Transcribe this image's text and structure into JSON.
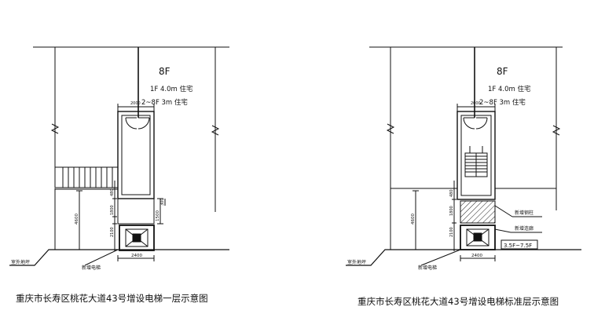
{
  "left": {
    "floors": "8F",
    "note_1f": "1F  4.0m 住宅",
    "note_typ": "2~8F  3m  住宅",
    "dim_top": "2000",
    "dim_v1": "480",
    "dim_v2": "1800",
    "dim_v3": "2100",
    "dim_1500": "1500",
    "dim_side": "4600",
    "dim_small": "300",
    "dim_bottom": "2400",
    "ground_label": "室外地坪",
    "elevator_label": "新增电梯",
    "caption": "重庆市长寿区桃花大道43号增设电梯一层示意图"
  },
  "right": {
    "floors": "8F",
    "note_1f": "1F  4.0m 住宅",
    "note_typ": "2~8F  3m  住宅",
    "dim_top": "2000",
    "dim_v1": "480",
    "dim_v2": "1800",
    "dim_v3": "2100",
    "dim_side": "4600",
    "dim_bottom": "2400",
    "ground_label": "室外地坪",
    "elevator_label": "新增电梯",
    "label_corridor": "新增钢柱",
    "label_landing": "新增连廊",
    "label_levels": "3.5F~7.5F",
    "caption": "重庆市长寿区桃花大道43号增设电梯标准层示意图"
  }
}
